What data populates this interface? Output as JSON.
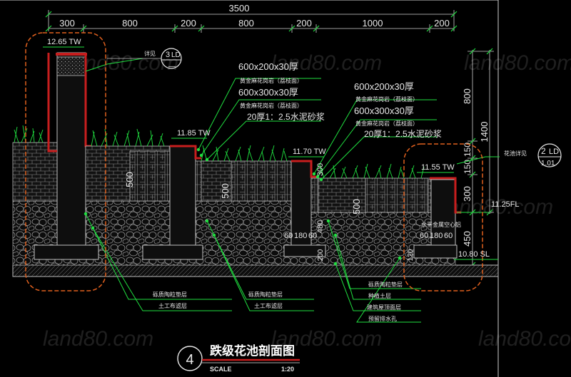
{
  "drawing": {
    "title": "跌级花池剖面图",
    "number": "4",
    "scale_label": "SCALE",
    "scale_value": "1:20",
    "watermark": "land80.com"
  },
  "dims_top": {
    "overall": "3500",
    "segments": [
      "300",
      "800",
      "200",
      "800",
      "200",
      "1000",
      "200"
    ]
  },
  "dims_right": {
    "outer": "1400",
    "segments": [
      "800",
      "150",
      "150",
      "300",
      "450"
    ]
  },
  "levels": [
    {
      "id": "tw-1",
      "text": "12.65 TW"
    },
    {
      "id": "tw-2",
      "text": "11.85 TW"
    },
    {
      "id": "tw-3",
      "text": "11.70 TW"
    },
    {
      "id": "tw-4",
      "text": "11.55 TW"
    },
    {
      "id": "fl",
      "text": "11.25FL"
    },
    {
      "id": "sl",
      "text": "10.80 SL"
    }
  ],
  "callouts": {
    "detail_a": {
      "label": "详见",
      "number": "3",
      "sheet": "LD",
      "sub": "—"
    },
    "detail_b": {
      "label": "花池详见",
      "number": "2",
      "sheet": "LD",
      "sub": "1.01"
    }
  },
  "notes_left": [
    "600x200x30厚",
    "黄金麻花岗岩（荔枝面）",
    "600x300x30厚",
    "黄金麻花岗岩（荔枝面）",
    "20厚1：2.5水泥砂浆"
  ],
  "notes_right": [
    "600x200x30厚",
    "黄金麻花岗岩（荔枝面）",
    "600x300x30厚",
    "黄金麻花岗岩（荔枝面）",
    "20厚1：2.5水泥砂浆"
  ],
  "notes_bottom_left": [
    "砾质陶粒垫层",
    "土工布滤层"
  ],
  "notes_bottom_mid": [
    "砾质陶粒垫层",
    "土工布滤层"
  ],
  "notes_bottom_right": [
    "砾质陶粒垫层",
    "种植土层",
    "建筑屋顶面层",
    "预留排水孔"
  ],
  "wall_dims": {
    "h1": "500",
    "h2": "500",
    "h3": "500",
    "d1": "480",
    "d2": "300",
    "pad1": "60",
    "pad2": "180",
    "pad3": "60",
    "pad4": "60",
    "pad5": "180",
    "pad6": "60",
    "c1": "200",
    "c2": "120"
  },
  "water_note": "水平金属空心铝",
  "colors": {
    "bg": "#000000",
    "dim": "#e8e8e8",
    "dimline": "#c8c8c8",
    "green": "#20e040",
    "orange": "#e0601e",
    "red": "#c81e1e",
    "wall": "#b8b8b8",
    "grid": "#7a7a7a"
  }
}
